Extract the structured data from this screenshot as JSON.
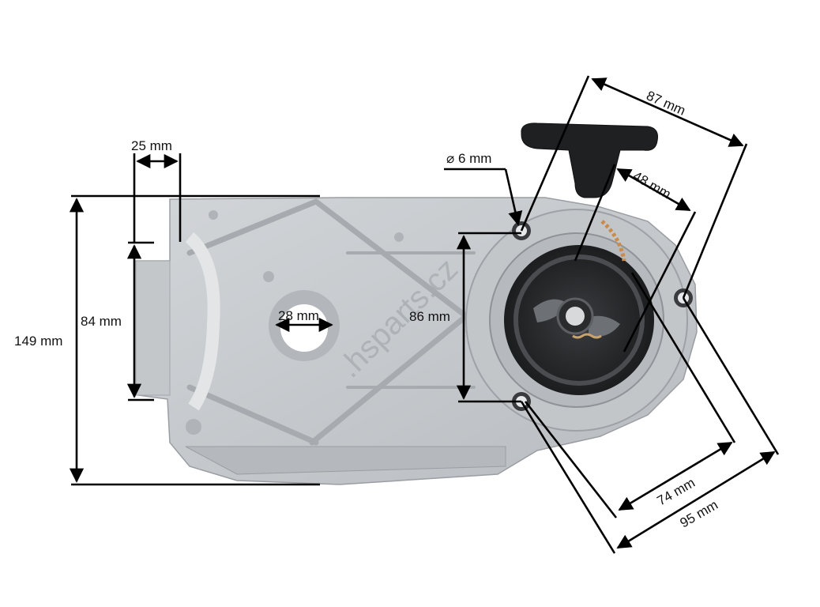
{
  "image": {
    "subject": "chainsaw recoil starter assembly with dimensions",
    "watermark_text": ".hsparts.cz"
  },
  "dimensions": {
    "top_slot_width": "25 mm",
    "mount_hole_diameter": "⌀ 6 mm",
    "width_top_diagonal": "87 mm",
    "handle_offset": "48 mm",
    "left_height": "84 mm",
    "total_height": "149 mm",
    "center_hole": "28 mm",
    "bolt_spacing_vertical": "86 mm",
    "bolt_spacing_diagonal_74": "74 mm",
    "bolt_spacing_diagonal_95": "95 mm"
  },
  "colors": {
    "housing": "#c9cccf",
    "housing_shadow": "#a9adb1",
    "pulley": "#2b2c2e",
    "dim_lines": "#000000",
    "background": "#ffffff"
  }
}
